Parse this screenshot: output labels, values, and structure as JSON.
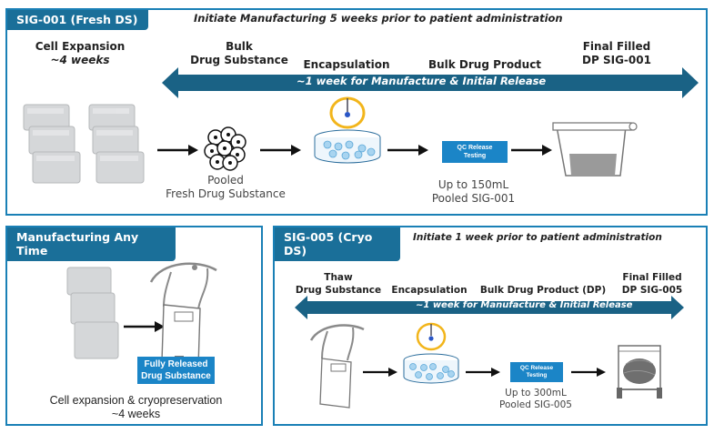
{
  "panels": {
    "fresh": {
      "tab": "SIG-001 (Fresh DS)",
      "subtitle": "Initiate Manufacturing 5 weeks prior to patient administration",
      "steps": {
        "cell_expansion": {
          "line1": "Cell Expansion",
          "line2": "~4 weeks"
        },
        "bulk_ds": {
          "line1": "Bulk",
          "line2": "Drug Substance"
        },
        "encapsulation": "Encapsulation",
        "bulk_dp": "Bulk Drug Product",
        "final": {
          "line1": "Final Filled",
          "line2": "DP SIG-001"
        }
      },
      "timeline_label": "~1 week for Manufacture & Initial Release",
      "pooled_label": {
        "line1": "Pooled",
        "line2": "Fresh Drug Substance"
      },
      "qc_box": {
        "line1": "QC Release",
        "line2": "Testing"
      },
      "volume_label": {
        "line1": "Up to 150mL",
        "line2": "Pooled SIG-001"
      }
    },
    "anytime": {
      "tab": "Manufacturing Any Time",
      "release_box": {
        "line1": "Fully Released",
        "line2": "Drug Substance"
      },
      "caption": {
        "line1": "Cell expansion & cryopreservation",
        "line2": "~4 weeks"
      }
    },
    "cryo": {
      "tab": "SIG-005 (Cryo DS)",
      "subtitle": "Initiate 1 week prior to patient administration",
      "steps": {
        "thaw": {
          "line1": "Thaw",
          "line2": "Drug Substance"
        },
        "encapsulation": "Encapsulation",
        "bulk_dp": "Bulk Drug Product (DP)",
        "final": {
          "line1": "Final Filled",
          "line2": "DP SIG-005"
        }
      },
      "timeline_label": "~1 week for Manufacture & Initial Release",
      "qc_box": {
        "line1": "QC Release",
        "line2": "Testing"
      },
      "volume_label": {
        "line1": "Up to 300mL",
        "line2": "Pooled SIG-005"
      }
    }
  },
  "colors": {
    "panel_border": "#1a80b6",
    "tab_fill": "#1a6f99",
    "timeline_arrow": "#1a6285",
    "qc_box": "#1b85c7",
    "encapsulation_ring": "#f2b51b"
  }
}
